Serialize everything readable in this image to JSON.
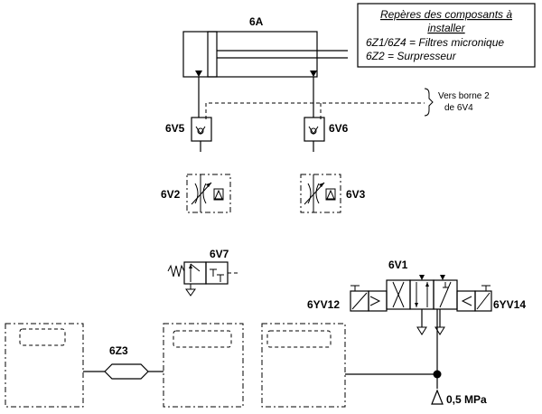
{
  "legend": {
    "title_line1": "Repères des composants à",
    "title_line2": "installer",
    "line1": "6Z1/6Z4 = Filtres micronique",
    "line2": "6Z2 = Surpresseur"
  },
  "note": {
    "line1": "Vers borne 2",
    "line2": "de 6V4"
  },
  "labels": {
    "cylinder": "6A",
    "check_left": "6V5",
    "check_right": "6V6",
    "throttle_left": "6V2",
    "throttle_right": "6V3",
    "manual_valve": "6V7",
    "main_valve": "6V1",
    "solenoid_left": "6YV12",
    "solenoid_right": "6YV14",
    "booster": "6Z3",
    "supply": "0,5 MPa"
  }
}
